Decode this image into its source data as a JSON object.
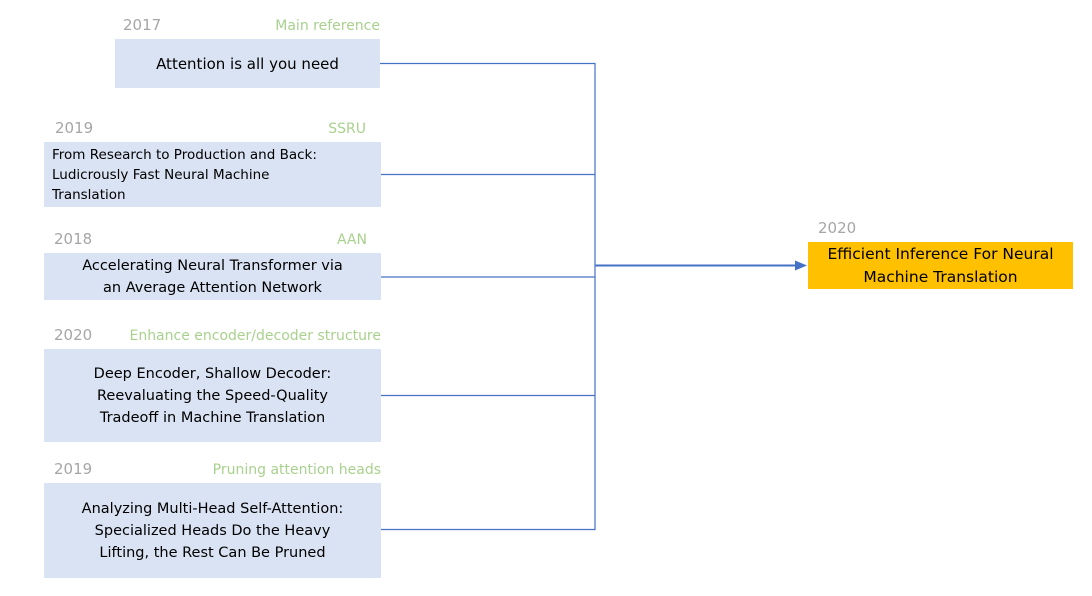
{
  "papers": [
    {
      "year": "2017",
      "tag": "Main reference",
      "title": "Attention is all you need"
    },
    {
      "year": "2019",
      "tag": "SSRU",
      "title": "From Research to Production and Back:\nLudicrously Fast Neural Machine\nTranslation"
    },
    {
      "year": "2018",
      "tag": "AAN",
      "title": "Accelerating Neural Transformer via\nan Average Attention Network"
    },
    {
      "year": "2020",
      "tag": "Enhance encoder/decoder structure",
      "title": "Deep Encoder, Shallow Decoder:\nReevaluating the Speed-Quality\nTradeoff in Machine Translation"
    },
    {
      "year": "2019",
      "tag": "Pruning attention heads",
      "title": "Analyzing Multi-Head Self-Attention:\nSpecialized Heads Do the Heavy\nLifting, the Rest Can Be Pruned"
    }
  ],
  "target": {
    "year": "2020",
    "title": "Efficient Inference For Neural\nMachine Translation"
  },
  "connections": {
    "type": "many-to-one",
    "sources": [
      0,
      1,
      2,
      3,
      4
    ],
    "target": "target"
  },
  "colors": {
    "paper_box_fill": "#dae3f3",
    "target_box_fill": "#ffc000",
    "tag_text": "#a9d18e",
    "year_text": "#a6a6a6",
    "connector": "#4472c4",
    "title_text": "#000000",
    "background": "#ffffff"
  }
}
